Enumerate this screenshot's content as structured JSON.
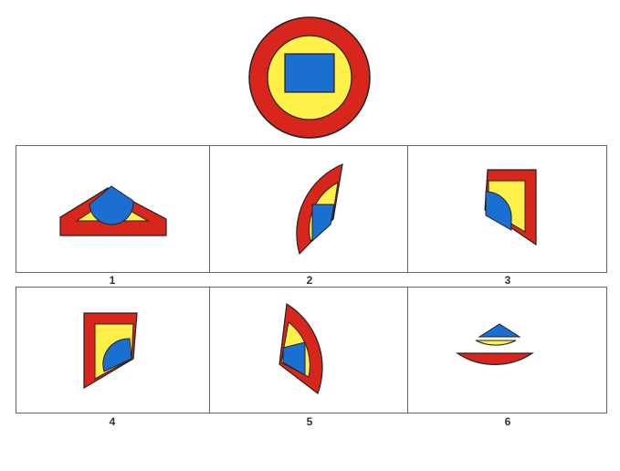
{
  "colors": {
    "red": "#d9261c",
    "yellow": "#fff04a",
    "blue": "#1a6fd1",
    "outline": "#222222",
    "panel_border": "#666666"
  },
  "reference_figure": {
    "shape": "circle",
    "layers": [
      "red-ring",
      "yellow-ring",
      "blue-rectangle"
    ]
  },
  "options": [
    {
      "label": "1",
      "fragment": "triangle-segment"
    },
    {
      "label": "2",
      "fragment": "curved-sector"
    },
    {
      "label": "3",
      "fragment": "corner-sector"
    },
    {
      "label": "4",
      "fragment": "corner-sector"
    },
    {
      "label": "5",
      "fragment": "curved-sector"
    },
    {
      "label": "6",
      "fragment": "bowl-segment"
    }
  ]
}
